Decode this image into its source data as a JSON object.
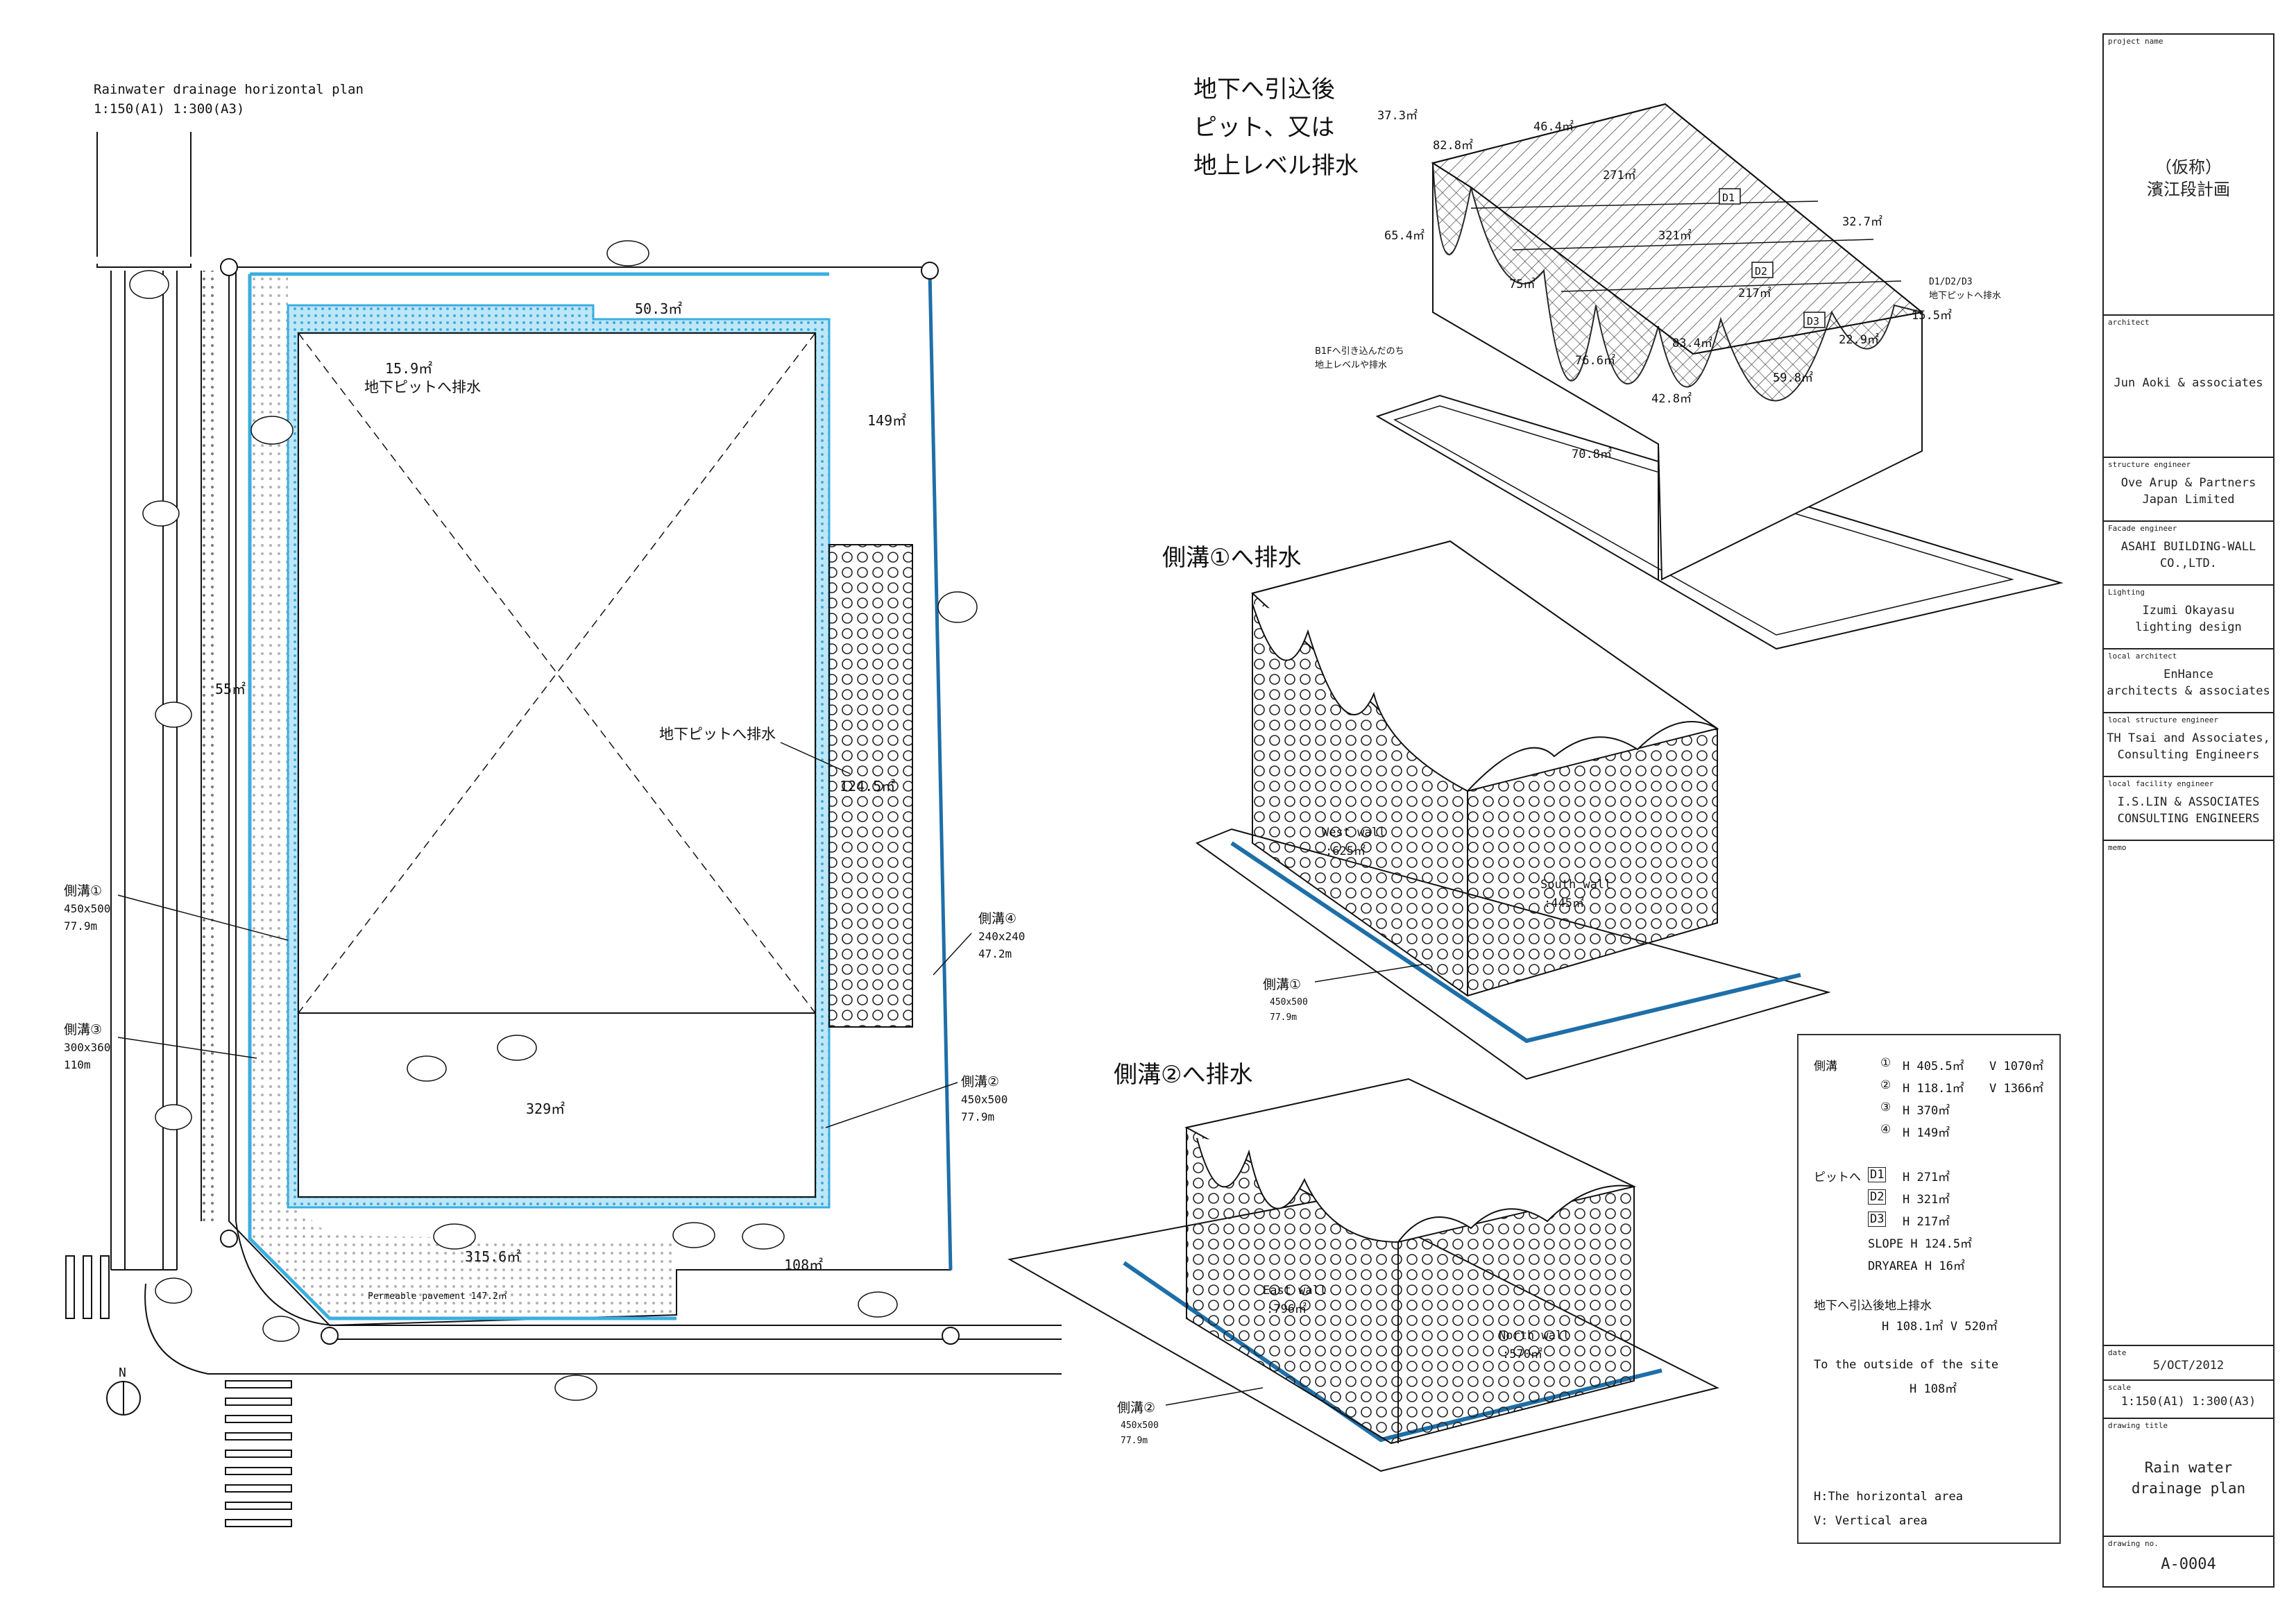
{
  "plan": {
    "title": "Rainwater drainage horizontal plan",
    "scale": "1:150(A1) 1:300(A3)",
    "north": "N",
    "areas": [
      "15.9㎡",
      "50.3㎡",
      "149㎡",
      "124.5㎡",
      "329㎡",
      "315.6㎡",
      "108㎡",
      "55㎡"
    ],
    "notes": {
      "pit1": "地下ピットへ排水",
      "pit2": "地下ピットへ排水",
      "permeable": "Permeable pavement 147.2㎡"
    },
    "gutters": [
      {
        "name": "側溝①",
        "size": "450x500",
        "length": "77.9m"
      },
      {
        "name": "側溝③",
        "size": "300x360",
        "length": "110m"
      },
      {
        "name": "側溝④",
        "size": "240x240",
        "length": "47.2m"
      },
      {
        "name": "側溝②",
        "size": "450x500",
        "length": "77.9m"
      }
    ]
  },
  "roof_iso": {
    "caption_lines": [
      "地下へ引込後",
      "ピット、又は",
      "地上レベル排水"
    ],
    "areas": [
      "37.3㎡",
      "46.4㎡",
      "82.8㎡",
      "271㎡",
      "65.4㎡",
      "321㎡",
      "32.7㎡",
      "75㎡",
      "217㎡",
      "15.5㎡",
      "83.4㎡",
      "22.9㎡",
      "76.6㎡",
      "59.8㎡",
      "42.8㎡",
      "70.8㎡"
    ],
    "tags": [
      "D1",
      "D2",
      "D3"
    ],
    "note_right": [
      "D1/D2/D3",
      "地下ピットへ排水"
    ],
    "note_left": [
      "B1Fへ引き込んだのち",
      "地上レベルや排水"
    ]
  },
  "wall_iso_1": {
    "caption": "側溝①へ排水",
    "west": [
      "West wall",
      ":625㎡"
    ],
    "south": [
      "South wall",
      ":445㎡"
    ],
    "gutter": [
      "側溝①",
      "450x500",
      "77.9m"
    ]
  },
  "wall_iso_2": {
    "caption": "側溝②へ排水",
    "east": [
      "East wall",
      ":796㎡"
    ],
    "north": [
      "North wall",
      ":570㎡"
    ],
    "gutter": [
      "側溝②",
      "450x500",
      "77.9m"
    ]
  },
  "legend": {
    "gutter_label": "側溝",
    "gutter_rows": [
      {
        "no": "①",
        "h": "H 405.5㎡",
        "v": "V 1070㎡"
      },
      {
        "no": "②",
        "h": "H 118.1㎡",
        "v": "V 1366㎡"
      },
      {
        "no": "③",
        "h": "H 370㎡",
        "v": ""
      },
      {
        "no": "④",
        "h": "H 149㎡",
        "v": ""
      }
    ],
    "pit_label": "ピットへ",
    "pit_rows": [
      {
        "tag": "D1",
        "h": "H 271㎡"
      },
      {
        "tag": "D2",
        "h": "H 321㎡"
      },
      {
        "tag": "D3",
        "h": "H 217㎡"
      }
    ],
    "slope": "SLOPE H 124.5㎡",
    "dryarea": "DRYAREA H 16㎡",
    "ground_title": "地下へ引込後地上排水",
    "ground_values": "H 108.1㎡   V 520㎡",
    "outside_title": "To the outside of the site",
    "outside_value": "H 108㎡",
    "note_h": "H:The horizontal area",
    "note_v": "V: Vertical area"
  },
  "title_block": {
    "project_caption": "project name",
    "project": "（仮称）\n濱江段計画",
    "architect_caption": "architect",
    "architect": "Jun Aoki & associates",
    "structure_caption": "structure engineer",
    "structure": "Ove Arup & Partners\nJapan Limited",
    "facade_caption": "Facade engineer",
    "facade": "ASAHI BUILDING-WALL\nCO.,LTD.",
    "lighting_caption": "Lighting",
    "lighting": "Izumi Okayasu\nlighting design",
    "local_arch_caption": "local architect",
    "local_arch": "EnHance\narchitects & associates",
    "local_struct_caption": "local structure engineer",
    "local_struct": "TH Tsai and Associates,\nConsulting Engineers",
    "local_facility_caption": "local facility engineer",
    "local_facility": "I.S.LIN & ASSOCIATES\nCONSULTING ENGINEERS",
    "memo_caption": "memo",
    "date_caption": "date",
    "date": "5/OCT/2012",
    "scale_caption": "scale",
    "scale": "1:150(A1) 1:300(A3)",
    "drawing_title_caption": "drawing title",
    "drawing_title": "Rain water\ndrainage plan",
    "drawing_no_caption": "drawing no.",
    "drawing_no": "A-0004"
  },
  "colors": {
    "drain": "#3aaee0",
    "drain_dark": "#1e6fa8",
    "line": "#111"
  }
}
